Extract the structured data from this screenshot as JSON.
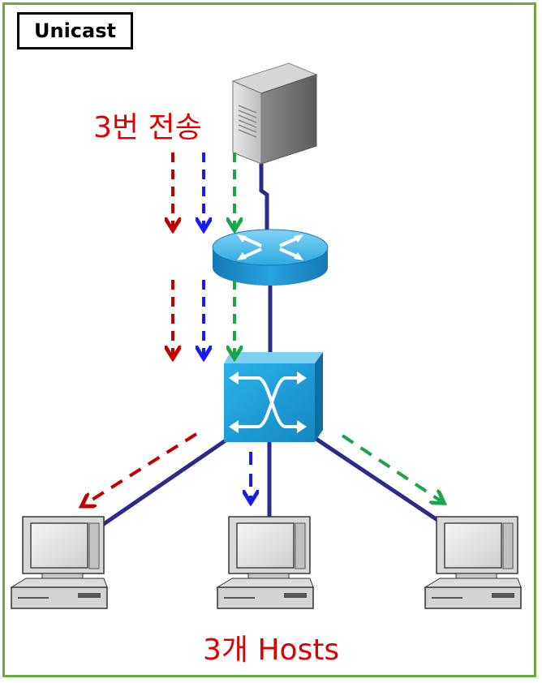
{
  "title": "Unicast",
  "top_label": "3번 전송",
  "bottom_label": "3개 Hosts",
  "colors": {
    "frame": "#6aaa3c",
    "link": "#2b2b8c",
    "arrow_red": "#c00000",
    "arrow_blue": "#1a1aee",
    "arrow_green": "#1aa54a",
    "label": "#e00000",
    "device_blue": "#1aa0d8"
  },
  "nodes": [
    {
      "id": "server",
      "icon": "server-icon"
    },
    {
      "id": "router",
      "icon": "router-icon"
    },
    {
      "id": "switch",
      "icon": "switch-icon"
    },
    {
      "id": "host-left",
      "icon": "computer-icon"
    },
    {
      "id": "host-center",
      "icon": "computer-icon"
    },
    {
      "id": "host-right",
      "icon": "computer-icon"
    }
  ]
}
